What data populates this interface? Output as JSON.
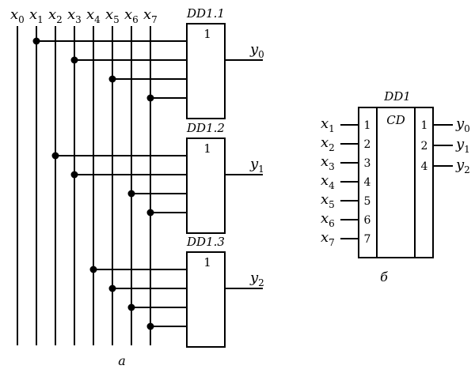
{
  "figure_a": {
    "caption": "а",
    "inputs": [
      {
        "base": "x",
        "sub": "0"
      },
      {
        "base": "x",
        "sub": "1"
      },
      {
        "base": "x",
        "sub": "2"
      },
      {
        "base": "x",
        "sub": "3"
      },
      {
        "base": "x",
        "sub": "4"
      },
      {
        "base": "x",
        "sub": "5"
      },
      {
        "base": "x",
        "sub": "6"
      },
      {
        "base": "x",
        "sub": "7"
      }
    ],
    "gates": [
      {
        "title": "DD1.1",
        "symbol": "1",
        "output": {
          "base": "y",
          "sub": "0"
        },
        "inputs_from": [
          1,
          3,
          5,
          7
        ]
      },
      {
        "title": "DD1.2",
        "symbol": "1",
        "output": {
          "base": "y",
          "sub": "1"
        },
        "inputs_from": [
          2,
          3,
          6,
          7
        ]
      },
      {
        "title": "DD1.3",
        "symbol": "1",
        "output": {
          "base": "y",
          "sub": "2"
        },
        "inputs_from": [
          4,
          5,
          6,
          7
        ]
      }
    ]
  },
  "figure_b": {
    "caption": "б",
    "title": "DD1",
    "function": "CD",
    "inputs": [
      {
        "base": "x",
        "sub": "1",
        "pin": "1"
      },
      {
        "base": "x",
        "sub": "2",
        "pin": "2"
      },
      {
        "base": "x",
        "sub": "3",
        "pin": "3"
      },
      {
        "base": "x",
        "sub": "4",
        "pin": "4"
      },
      {
        "base": "x",
        "sub": "5",
        "pin": "5"
      },
      {
        "base": "x",
        "sub": "6",
        "pin": "6"
      },
      {
        "base": "x",
        "sub": "7",
        "pin": "7"
      }
    ],
    "outputs": [
      {
        "base": "y",
        "sub": "0",
        "pin": "1"
      },
      {
        "base": "y",
        "sub": "1",
        "pin": "2"
      },
      {
        "base": "y",
        "sub": "2",
        "pin": "4"
      }
    ]
  }
}
